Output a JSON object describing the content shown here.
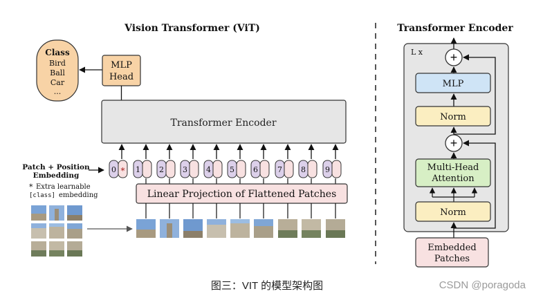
{
  "vit": {
    "title": "Vision Transformer (ViT)",
    "class_box": {
      "title": "Class",
      "items": [
        "Bird",
        "Ball",
        "Car",
        "..."
      ]
    },
    "mlp_head": {
      "line1": "MLP",
      "line2": "Head"
    },
    "encoder": "Transformer Encoder",
    "tokens": [
      "0",
      "1",
      "2",
      "3",
      "4",
      "5",
      "6",
      "7",
      "8",
      "9"
    ],
    "class_token_marker": "*",
    "embedding_label": {
      "line1": "Patch + Position",
      "line2": "Embedding"
    },
    "note": {
      "marker": "*",
      "line1": "Extra learnable",
      "code": "[class]",
      "line2_rest": "embedding"
    },
    "projection": "Linear Projection of Flattened Patches"
  },
  "encoder_detail": {
    "title": "Transformer Encoder",
    "repeat": "L x",
    "mlp": "MLP",
    "norm_top": "Norm",
    "attention": {
      "line1": "Multi-Head",
      "line2": "Attention"
    },
    "norm_bottom": "Norm",
    "input": {
      "line1": "Embedded",
      "line2": "Patches"
    },
    "plus": "+"
  },
  "caption": "图三：VIT 的模型架构图",
  "watermark": "CSDN @poragoda",
  "colors": {
    "orange": "#f8d3a6",
    "gray": "#e6e6e6",
    "pink": "#f8e1e1",
    "lilac": "#dcd0ea",
    "blue": "#cfe4f6",
    "yellow": "#fbeec1",
    "green": "#d7efc5"
  }
}
